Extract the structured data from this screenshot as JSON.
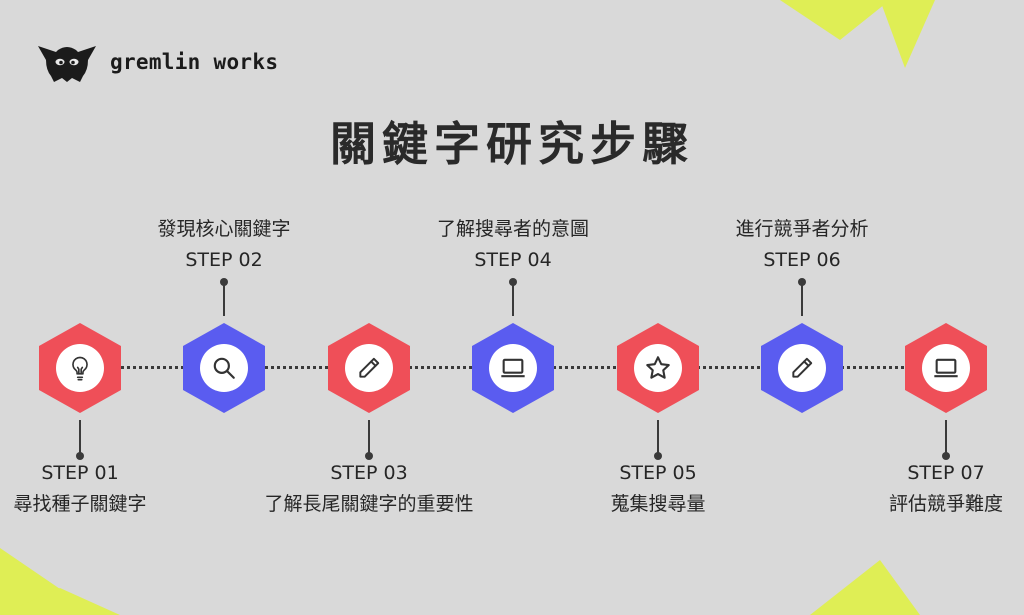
{
  "brand": {
    "name": "gremlin works"
  },
  "title": "關鍵字研究步驟",
  "colors": {
    "background": "#d9d9d9",
    "red": "#ef4f58",
    "blue": "#5a5cf0",
    "accent_yellow": "#dfee55",
    "text": "#262626"
  },
  "steps": [
    {
      "step": "STEP 01",
      "name": "尋找種子關鍵字",
      "color": "red",
      "icon": "lightbulb-icon",
      "label_position": "below"
    },
    {
      "step": "STEP 02",
      "name": "發現核心關鍵字",
      "color": "blue",
      "icon": "search-icon",
      "label_position": "above"
    },
    {
      "step": "STEP 03",
      "name": "了解長尾關鍵字的重要性",
      "color": "red",
      "icon": "pencil-icon",
      "label_position": "below"
    },
    {
      "step": "STEP 04",
      "name": "了解搜尋者的意圖",
      "color": "blue",
      "icon": "laptop-icon",
      "label_position": "above"
    },
    {
      "step": "STEP 05",
      "name": "蒐集搜尋量",
      "color": "red",
      "icon": "star-icon",
      "label_position": "below"
    },
    {
      "step": "STEP 06",
      "name": "進行競爭者分析",
      "color": "blue",
      "icon": "pencil-icon",
      "label_position": "above"
    },
    {
      "step": "STEP 07",
      "name": "評估競爭難度",
      "color": "red",
      "icon": "laptop-icon",
      "label_position": "below"
    }
  ]
}
